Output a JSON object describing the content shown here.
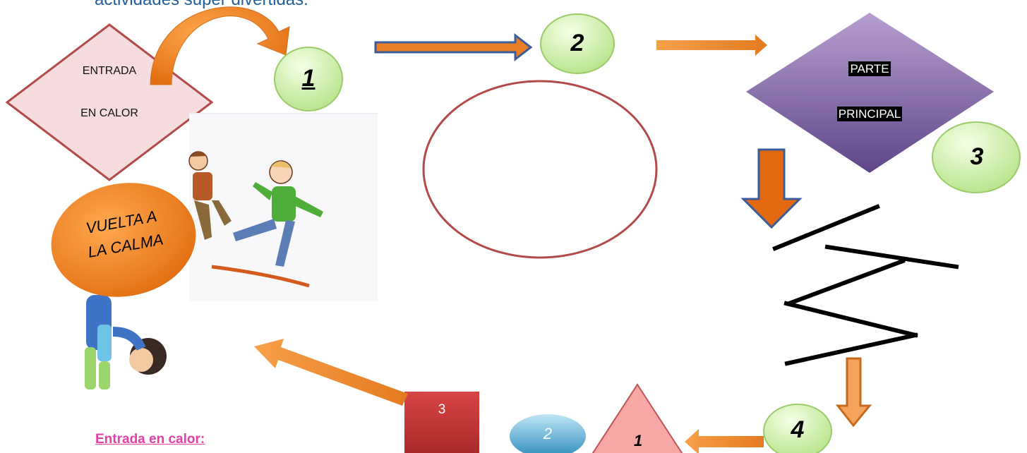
{
  "header_fragment": "actividades super divertidas.",
  "shapes": {
    "entrada_line1": "ENTRADA",
    "entrada_line2": "EN CALOR",
    "circle_1": "1",
    "circle_2": "2",
    "parte_line1": "PARTE",
    "parte_line2": "PRINCIPAL",
    "circle_3": "3",
    "vuelta_line1": "VUELTA A",
    "vuelta_line2": "LA CALMA",
    "square_3": "3",
    "ellipse_2": "2",
    "triangle_1": "1",
    "circle_4": "4"
  },
  "bottom_heading": "Entrada en calor:",
  "colors": {
    "orange": "#e87e26",
    "blue_outline": "#3b5b9a",
    "green_fill": "#c9ec9b",
    "red_outline": "#b34a4a",
    "purple": "#7b5aa6",
    "pink_fill": "#f6dcdf",
    "heading_pink": "#e040a8"
  }
}
